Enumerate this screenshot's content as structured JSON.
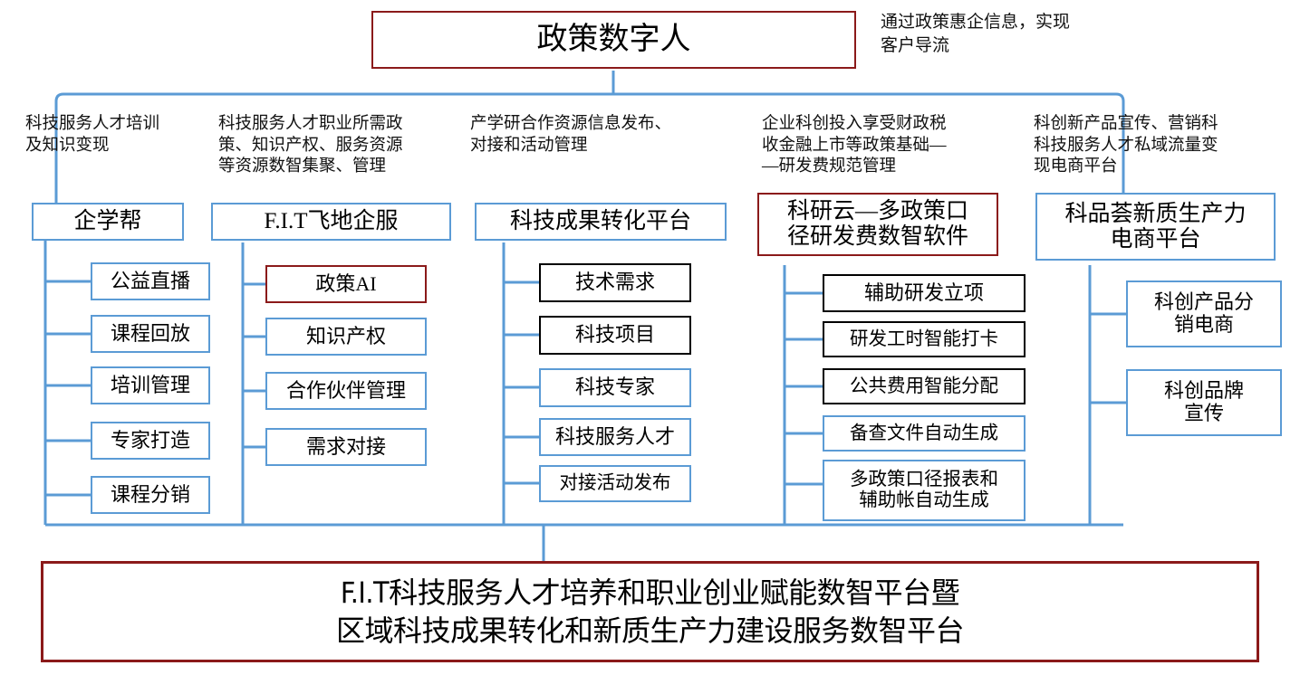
{
  "diagram": {
    "title": "政策数字人",
    "title_note": "通过政策惠企信息，实现\n客户导流",
    "bottom_banner": "F.I.T科技服务人才培养和职业创业赋能数智平台暨\n区域科技成果转化和新质生产力建设服务数智平台",
    "colors": {
      "blue": "#5B9BD5",
      "dark_red": "#8B1A1A",
      "black": "#000000",
      "background": "#FFFFFF"
    },
    "columns": [
      {
        "description": "科技服务人才培训\n及知识变现",
        "platform": "企学帮",
        "platform_style": "blue",
        "children": [
          {
            "label": "公益直播",
            "style": "blue"
          },
          {
            "label": "课程回放",
            "style": "blue"
          },
          {
            "label": "培训管理",
            "style": "blue"
          },
          {
            "label": "专家打造",
            "style": "blue"
          },
          {
            "label": "课程分销",
            "style": "blue"
          }
        ]
      },
      {
        "description": "科技服务人才职业所需政\n策、知识产权、服务资源\n等资源数智集聚、管理",
        "platform": "F.I.T飞地企服",
        "platform_style": "blue",
        "children": [
          {
            "label": "政策AI",
            "style": "red"
          },
          {
            "label": "知识产权",
            "style": "blue"
          },
          {
            "label": "合作伙伴管理",
            "style": "blue"
          },
          {
            "label": "需求对接",
            "style": "blue"
          }
        ]
      },
      {
        "description": "产学研合作资源信息发布、\n对接和活动管理",
        "platform": "科技成果转化平台",
        "platform_style": "blue",
        "children": [
          {
            "label": "技术需求",
            "style": "black"
          },
          {
            "label": "科技项目",
            "style": "black"
          },
          {
            "label": "科技专家",
            "style": "blue"
          },
          {
            "label": "科技服务人才",
            "style": "blue"
          },
          {
            "label": "对接活动发布",
            "style": "blue"
          }
        ]
      },
      {
        "description": "企业科创投入享受财政税\n收金融上市等政策基础—\n—研发费规范管理",
        "platform": "科研云—多政策口\n径研发费数智软件",
        "platform_style": "red",
        "children": [
          {
            "label": "辅助研发立项",
            "style": "black"
          },
          {
            "label": "研发工时智能打卡",
            "style": "black"
          },
          {
            "label": "公共费用智能分配",
            "style": "black"
          },
          {
            "label": "备查文件自动生成",
            "style": "blue"
          },
          {
            "label": "多政策口径报表和\n辅助帐自动生成",
            "style": "blue"
          }
        ]
      },
      {
        "description": "科创新产品宣传、营销科\n科技服务人才私域流量变\n现电商平台",
        "platform": "科品荟新质生产力\n电商平台",
        "platform_style": "blue",
        "children": [
          {
            "label": "科创产品分\n销电商",
            "style": "blue"
          },
          {
            "label": "科创品牌\n宣传",
            "style": "blue"
          }
        ]
      }
    ]
  }
}
